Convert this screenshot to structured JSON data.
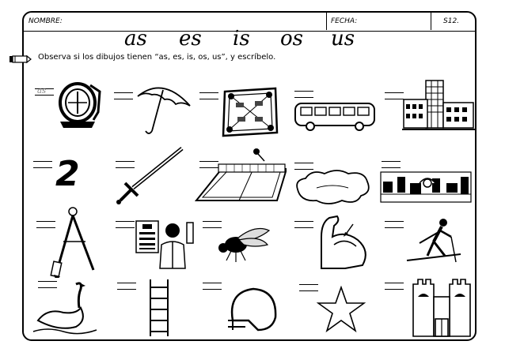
{
  "header": {
    "name_label": "NOMBRE:",
    "date_label": "FECHA:",
    "page_label": "S12."
  },
  "syllables": [
    "as",
    "es",
    "is",
    "os",
    "us"
  ],
  "instruction": {
    "icon": "pencil-icon",
    "text": "Observa si los dibujos tienen “as, es, is, os, us”, y escríbelo."
  },
  "example_answer": "as",
  "digit_picture": "2",
  "pictures": [
    [
      "compass",
      "umbrella",
      "board-game",
      "bus",
      "building"
    ],
    [
      "number-two",
      "sword",
      "tennis-court",
      "puddle",
      "panorama"
    ],
    [
      "drafting-compass",
      "optician",
      "fly",
      "muscle-arm",
      "skier"
    ],
    [
      "swan",
      "ladder",
      "helmet",
      "star",
      "castle"
    ]
  ]
}
